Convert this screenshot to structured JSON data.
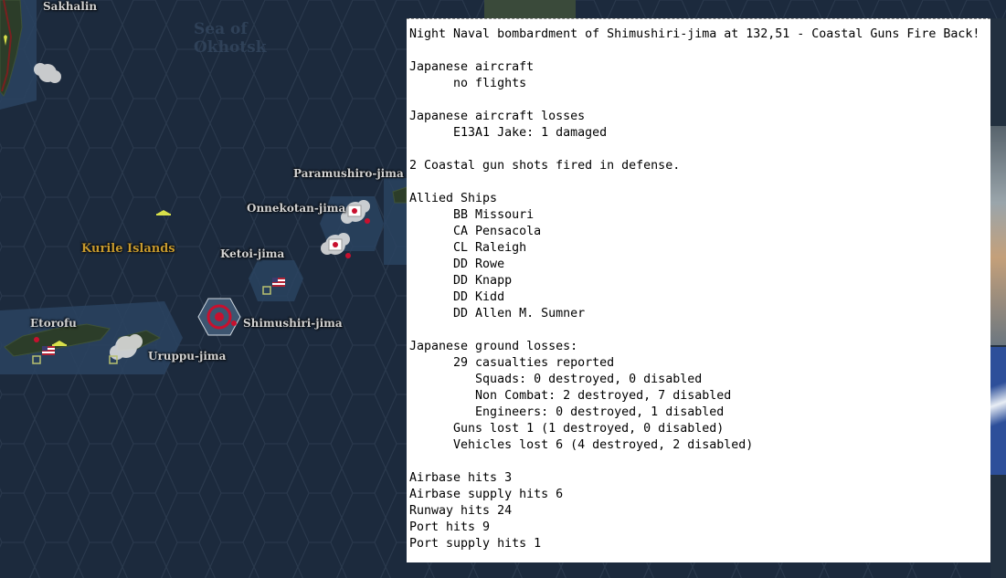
{
  "map": {
    "labels": {
      "sakhalin": "Sakhalin",
      "sea_of_okhotsk_1": "Sea of",
      "sea_of_okhotsk_2": "Okhotsk",
      "paramushiro": "Paramushiro-jima",
      "onnekotan": "Onnekotan-jima",
      "kurile": "Kurile Islands",
      "ketoi": "Ketoi-jima",
      "shimushiri": "Shimushiri-jima",
      "etorofu": "Etorofu",
      "uruppu": "Uruppu-jima"
    },
    "colors": {
      "ocean": "#1c2a3d",
      "shallow": "#2f4a66",
      "land": "#2b3b27",
      "region_label": "#c79a2e",
      "japan_red": "#c8102e"
    }
  },
  "report": {
    "lines": [
      "Night Naval bombardment of Shimushiri-jima at 132,51 - Coastal Guns Fire Back!",
      "",
      "Japanese aircraft",
      "      no flights",
      "",
      "Japanese aircraft losses",
      "      E13A1 Jake: 1 damaged",
      "",
      "2 Coastal gun shots fired in defense.",
      "",
      "Allied Ships",
      "      BB Missouri",
      "      CA Pensacola",
      "      CL Raleigh",
      "      DD Rowe",
      "      DD Knapp",
      "      DD Kidd",
      "      DD Allen M. Sumner",
      "",
      "Japanese ground losses:",
      "      29 casualties reported",
      "         Squads: 0 destroyed, 0 disabled",
      "         Non Combat: 2 destroyed, 7 disabled",
      "         Engineers: 0 destroyed, 1 disabled",
      "      Guns lost 1 (1 destroyed, 0 disabled)",
      "      Vehicles lost 6 (4 destroyed, 2 disabled)",
      "",
      "Airbase hits 3",
      "Airbase supply hits 6",
      "Runway hits 24",
      "Port hits 9",
      "Port supply hits 1"
    ]
  }
}
